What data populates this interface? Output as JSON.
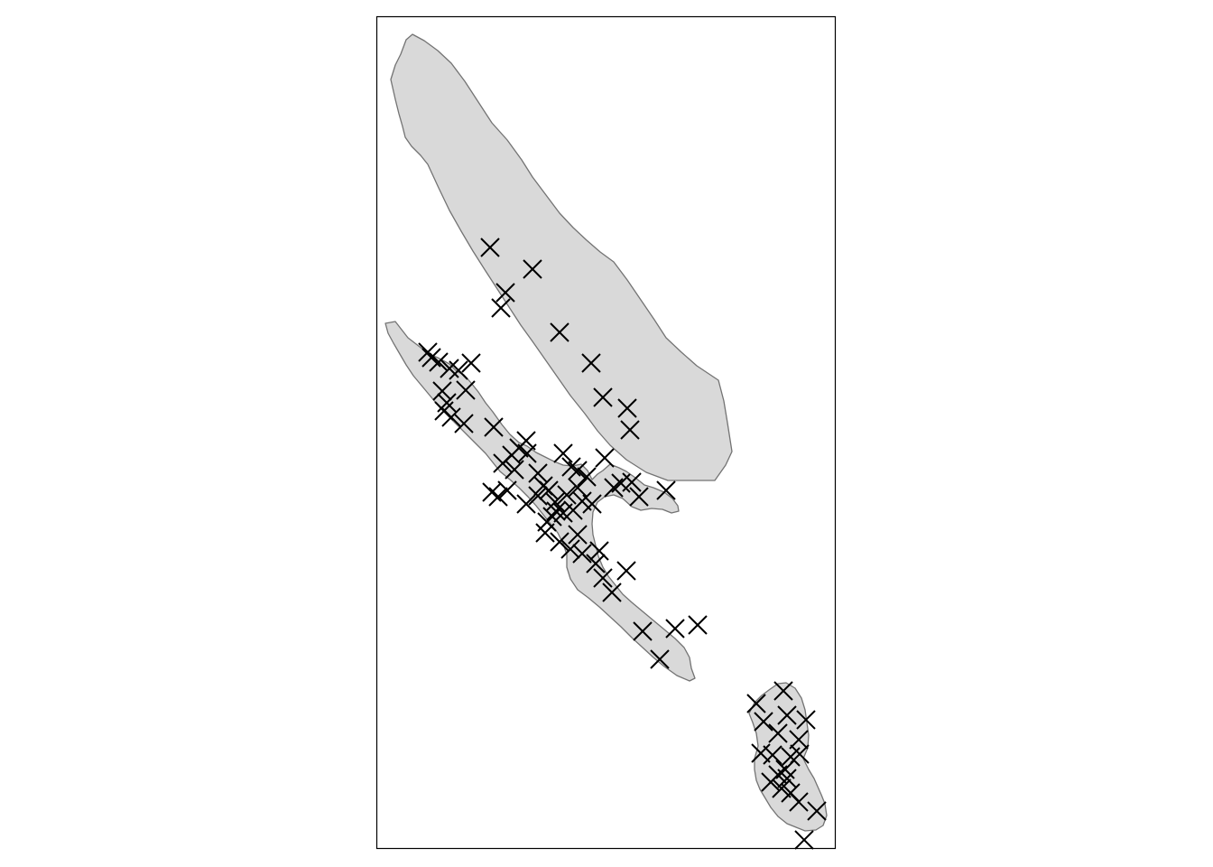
{
  "map": {
    "colors": {
      "background": "#ffffff",
      "frame": "#000000",
      "land_fill": "#d9d9d9",
      "land_border": "#737373",
      "marker": "#000000"
    },
    "marker_symbol": "x-cross-icon",
    "land": [
      "north-island",
      "central-island",
      "south-island"
    ],
    "point_count": 105
  }
}
